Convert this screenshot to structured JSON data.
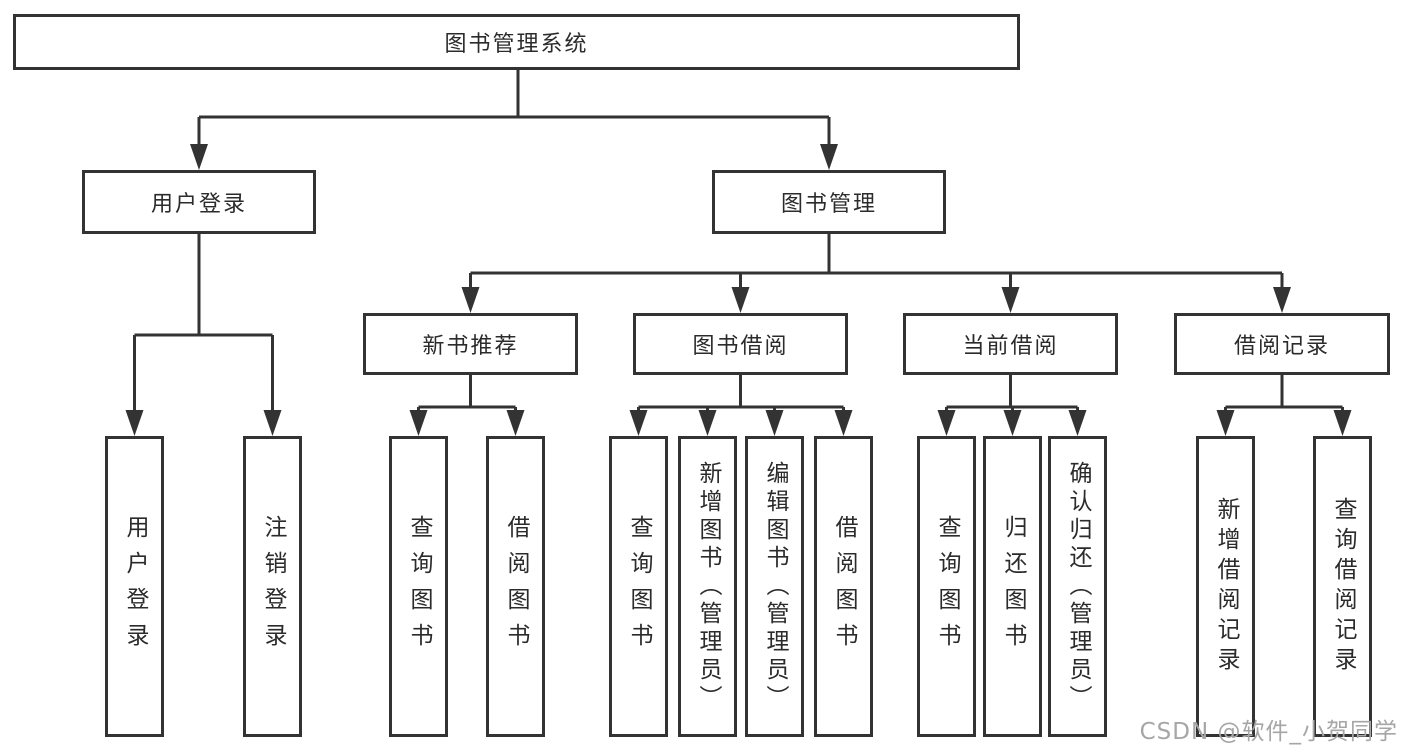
{
  "tree": {
    "label": "图书管理系统",
    "children": [
      {
        "label": "用户登录",
        "children": [
          {
            "label": "用户登录"
          },
          {
            "label": "注销登录"
          }
        ]
      },
      {
        "label": "图书管理",
        "children": [
          {
            "label": "新书推荐",
            "children": [
              {
                "label": "查询图书"
              },
              {
                "label": "借阅图书"
              }
            ]
          },
          {
            "label": "图书借阅",
            "children": [
              {
                "label": "查询图书"
              },
              {
                "label": "新增图书（管理员）"
              },
              {
                "label": "编辑图书（管理员）"
              },
              {
                "label": "借阅图书"
              }
            ]
          },
          {
            "label": "当前借阅",
            "children": [
              {
                "label": "查询图书"
              },
              {
                "label": "归还图书"
              },
              {
                "label": "确认归还（管理员）"
              }
            ]
          },
          {
            "label": "借阅记录",
            "children": [
              {
                "label": "新增借阅记录"
              },
              {
                "label": "查询借阅记录"
              }
            ]
          }
        ]
      }
    ]
  },
  "watermark": "CSDN @软件_小贺同学",
  "colors": {
    "line": "#333333",
    "text": "#2b2b2b",
    "background": "#ffffff",
    "watermark": "#a6a6a6"
  }
}
